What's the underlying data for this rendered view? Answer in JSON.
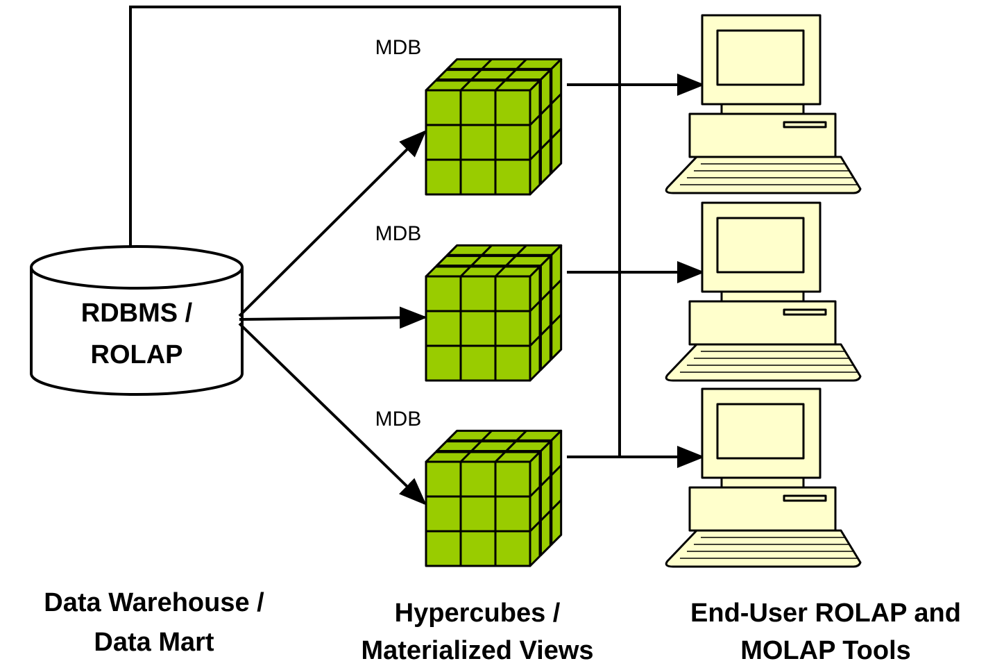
{
  "database": {
    "line1": "RDBMS /",
    "line2": "ROLAP"
  },
  "cubes": [
    {
      "label": "MDB"
    },
    {
      "label": "MDB"
    },
    {
      "label": "MDB"
    }
  ],
  "captions": {
    "warehouse": {
      "line1": "Data Warehouse /",
      "line2": "Data Mart"
    },
    "hypercubes": {
      "line1": "Hypercubes /",
      "line2": "Materialized Views"
    },
    "tools": {
      "line1": "End-User ROLAP and",
      "line2": "MOLAP Tools"
    }
  },
  "colors": {
    "cube_fill": "#99cc00",
    "computer_fill": "#ffffcc",
    "stroke": "#000000",
    "background": "#ffffff"
  }
}
